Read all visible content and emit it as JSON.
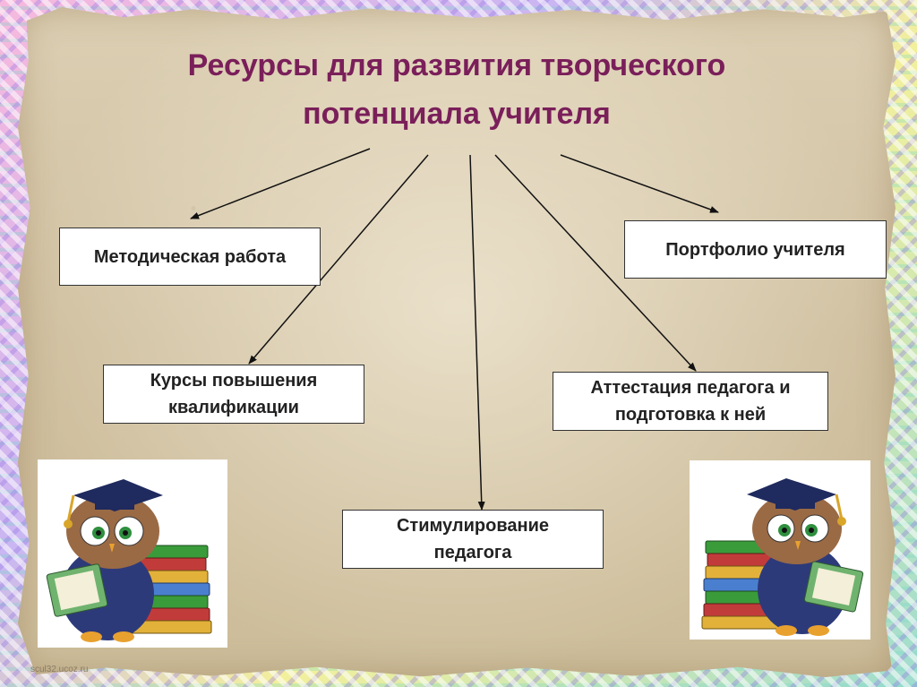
{
  "title": {
    "line1": "Ресурсы для развития творческого",
    "line2": "потенциала учителя"
  },
  "nodes": [
    {
      "id": "methodical",
      "lines": [
        "Методическая работа"
      ]
    },
    {
      "id": "portfolio",
      "lines": [
        "Портфолио учителя"
      ]
    },
    {
      "id": "courses",
      "lines": [
        "Курсы повышения",
        "квалификации"
      ]
    },
    {
      "id": "attestation",
      "lines": [
        "Аттестация педагога и",
        "подготовка к ней"
      ]
    },
    {
      "id": "stimulation",
      "lines": [
        "Стимулирование",
        "педагога"
      ]
    }
  ],
  "edges": [
    {
      "from": "title",
      "to": "methodical"
    },
    {
      "from": "title",
      "to": "courses"
    },
    {
      "from": "title",
      "to": "stimulation"
    },
    {
      "from": "title",
      "to": "attestation"
    },
    {
      "from": "title",
      "to": "portfolio"
    }
  ],
  "decorations": {
    "left_image": "owl-with-books-icon",
    "right_image": "owl-with-books-icon"
  },
  "watermark": "scul32.ucoz.ru",
  "colors": {
    "title": "#7a1f5a",
    "box_border": "#333333",
    "arrow": "#111111"
  }
}
